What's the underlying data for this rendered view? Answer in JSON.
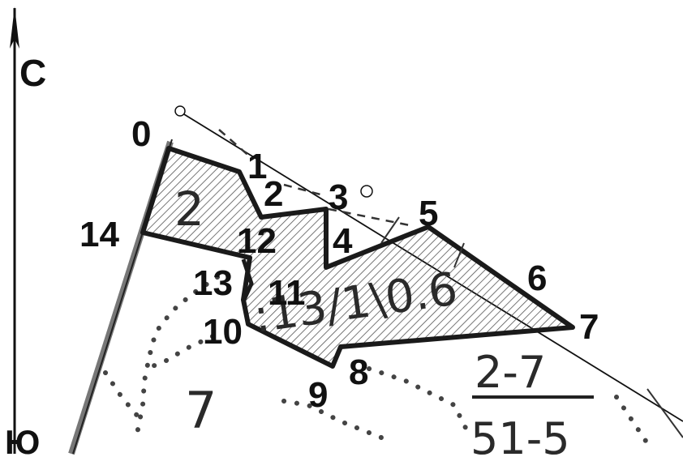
{
  "compass": {
    "north": "С",
    "south": "Ю"
  },
  "points": [
    "0",
    "1",
    "2",
    "3",
    "4",
    "5",
    "6",
    "7",
    "8",
    "9",
    "10",
    "11",
    "12",
    "13",
    "14"
  ],
  "parcel_labels": {
    "left_parcel": "2",
    "main_parcel": ":13/1\\0.6",
    "lower_left": "7",
    "right_fraction_top": "2-7",
    "right_fraction_bottom": "51-5"
  },
  "colors": {
    "boundary": "#1a1a1a",
    "hatch": "#555555",
    "dots": "#444444"
  }
}
